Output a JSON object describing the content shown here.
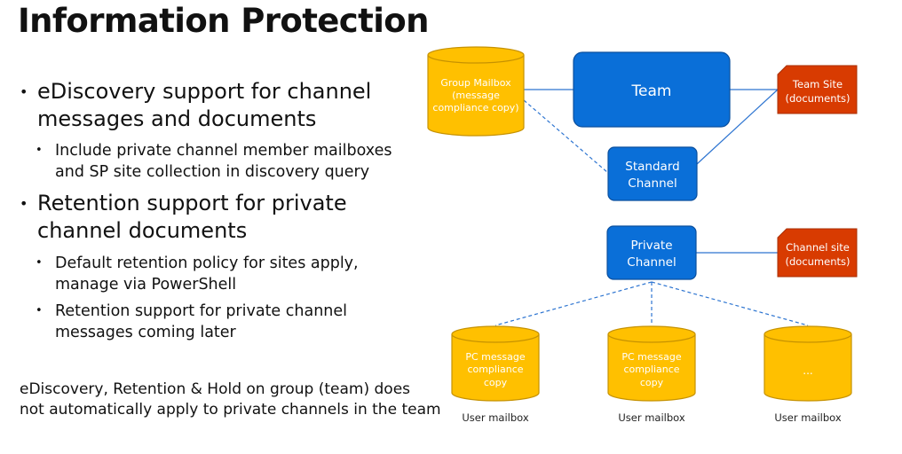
{
  "title": "Information Protection",
  "bullets": [
    {
      "lines": [
        "eDiscovery support for channel",
        "messages and documents"
      ],
      "sub": [
        {
          "lines": [
            "Include private channel member mailboxes",
            "and SP site collection in discovery query"
          ]
        }
      ]
    },
    {
      "lines": [
        "Retention support for private",
        "channel documents"
      ],
      "sub": [
        {
          "lines": [
            "Default retention policy for sites apply,",
            "manage via PowerShell"
          ]
        },
        {
          "lines": [
            "Retention support for private channel",
            "messages coming later"
          ]
        }
      ]
    }
  ],
  "note": [
    "eDiscovery, Retention & Hold on group (team) does",
    "not automatically apply to private channels in the team"
  ],
  "diagram": {
    "group_mailbox": [
      "Group Mailbox",
      "(message",
      "compliance copy)"
    ],
    "team": "Team",
    "team_site": [
      "Team Site",
      "(documents)"
    ],
    "standard_channel": [
      "Standard",
      "Channel"
    ],
    "private_channel": [
      "Private",
      "Channel"
    ],
    "channel_site": [
      "Channel site",
      "(documents)"
    ],
    "mailboxes": [
      {
        "lines": [
          "PC message",
          "compliance",
          "copy"
        ],
        "caption": "User mailbox"
      },
      {
        "lines": [
          "PC message",
          "compliance",
          "copy"
        ],
        "caption": "User mailbox"
      },
      {
        "lines": [
          "..."
        ],
        "caption": "User mailbox"
      }
    ]
  },
  "colors": {
    "blue": "#0a6fd8",
    "blue_dark": "#0a4f9e",
    "gold": "#ffc000",
    "gold_dark": "#c69200",
    "red": "#d83b01",
    "line": "#2e75d1"
  }
}
